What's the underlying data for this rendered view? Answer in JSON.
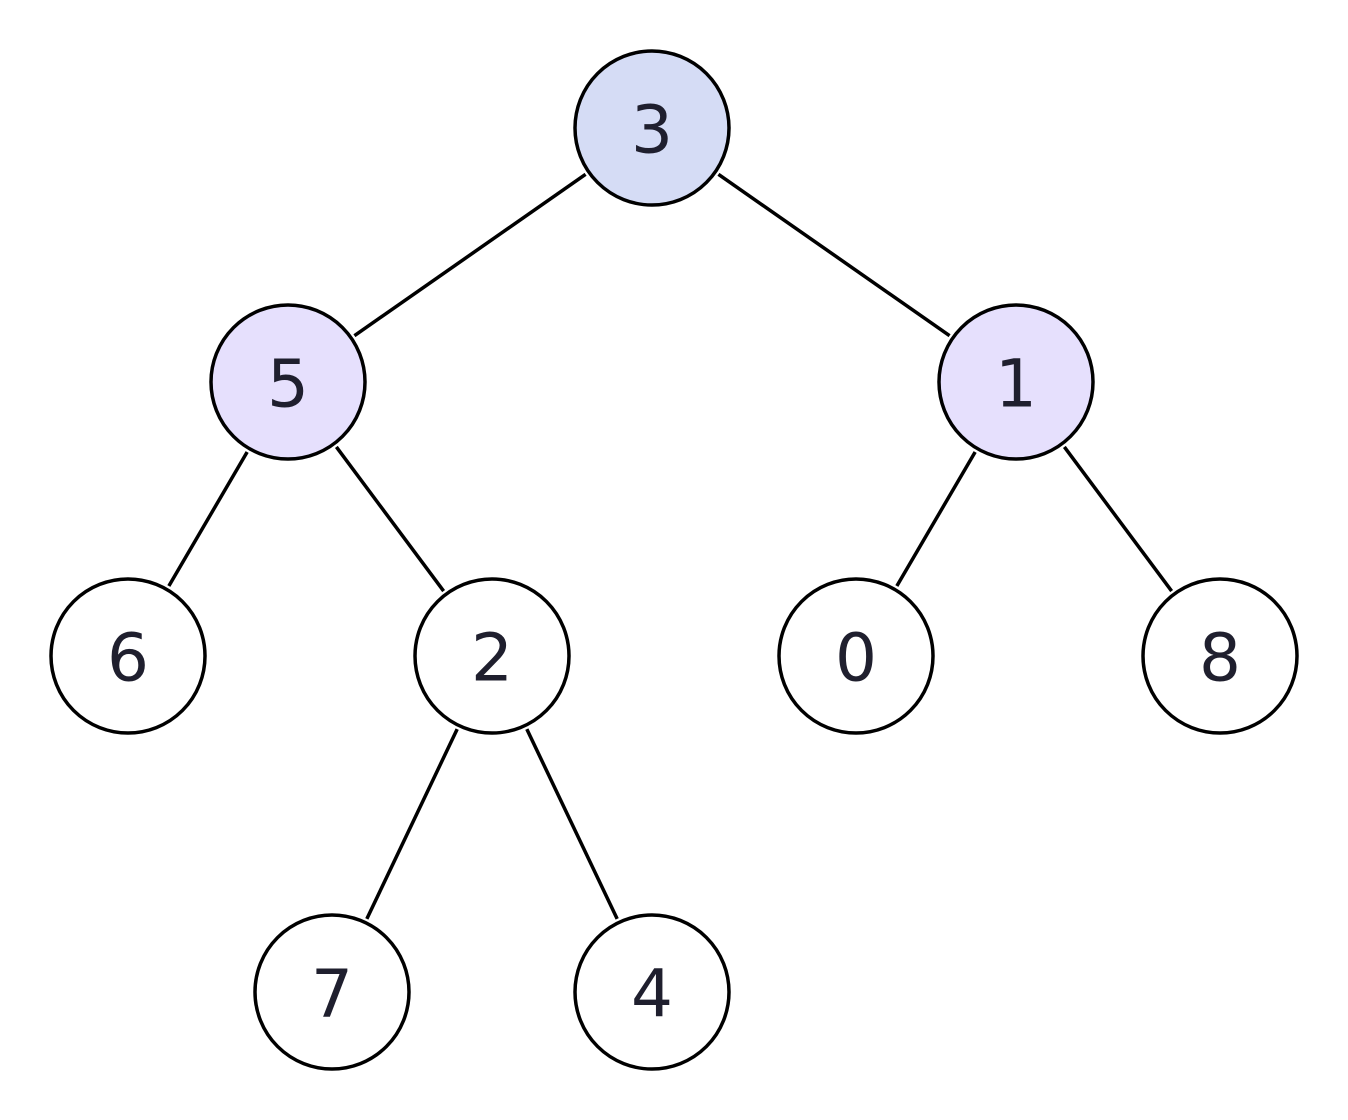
{
  "nodes": [
    {
      "id": "n3",
      "label": "3",
      "state": "root",
      "fill": "#d5dcf5",
      "stroke": "#4f76c8"
    },
    {
      "id": "n5",
      "label": "5",
      "state": "highlighted",
      "fill": "#e6e0fd",
      "stroke": "#000000"
    },
    {
      "id": "n1",
      "label": "1",
      "state": "highlighted",
      "fill": "#e6e0fd",
      "stroke": "#000000"
    },
    {
      "id": "n6",
      "label": "6",
      "state": "normal",
      "fill": "#ffffff",
      "stroke": "#000000"
    },
    {
      "id": "n2",
      "label": "2",
      "state": "normal",
      "fill": "#ffffff",
      "stroke": "#000000"
    },
    {
      "id": "n0",
      "label": "0",
      "state": "normal",
      "fill": "#ffffff",
      "stroke": "#000000"
    },
    {
      "id": "n8",
      "label": "8",
      "state": "normal",
      "fill": "#ffffff",
      "stroke": "#000000"
    },
    {
      "id": "n7",
      "label": "7",
      "state": "normal",
      "fill": "#ffffff",
      "stroke": "#000000"
    },
    {
      "id": "n4",
      "label": "4",
      "state": "normal",
      "fill": "#ffffff",
      "stroke": "#000000"
    }
  ],
  "edges": [
    {
      "from": "n3",
      "to": "n5"
    },
    {
      "from": "n3",
      "to": "n1"
    },
    {
      "from": "n5",
      "to": "n6"
    },
    {
      "from": "n5",
      "to": "n2"
    },
    {
      "from": "n1",
      "to": "n0"
    },
    {
      "from": "n1",
      "to": "n8"
    },
    {
      "from": "n2",
      "to": "n7"
    },
    {
      "from": "n2",
      "to": "n4"
    }
  ]
}
